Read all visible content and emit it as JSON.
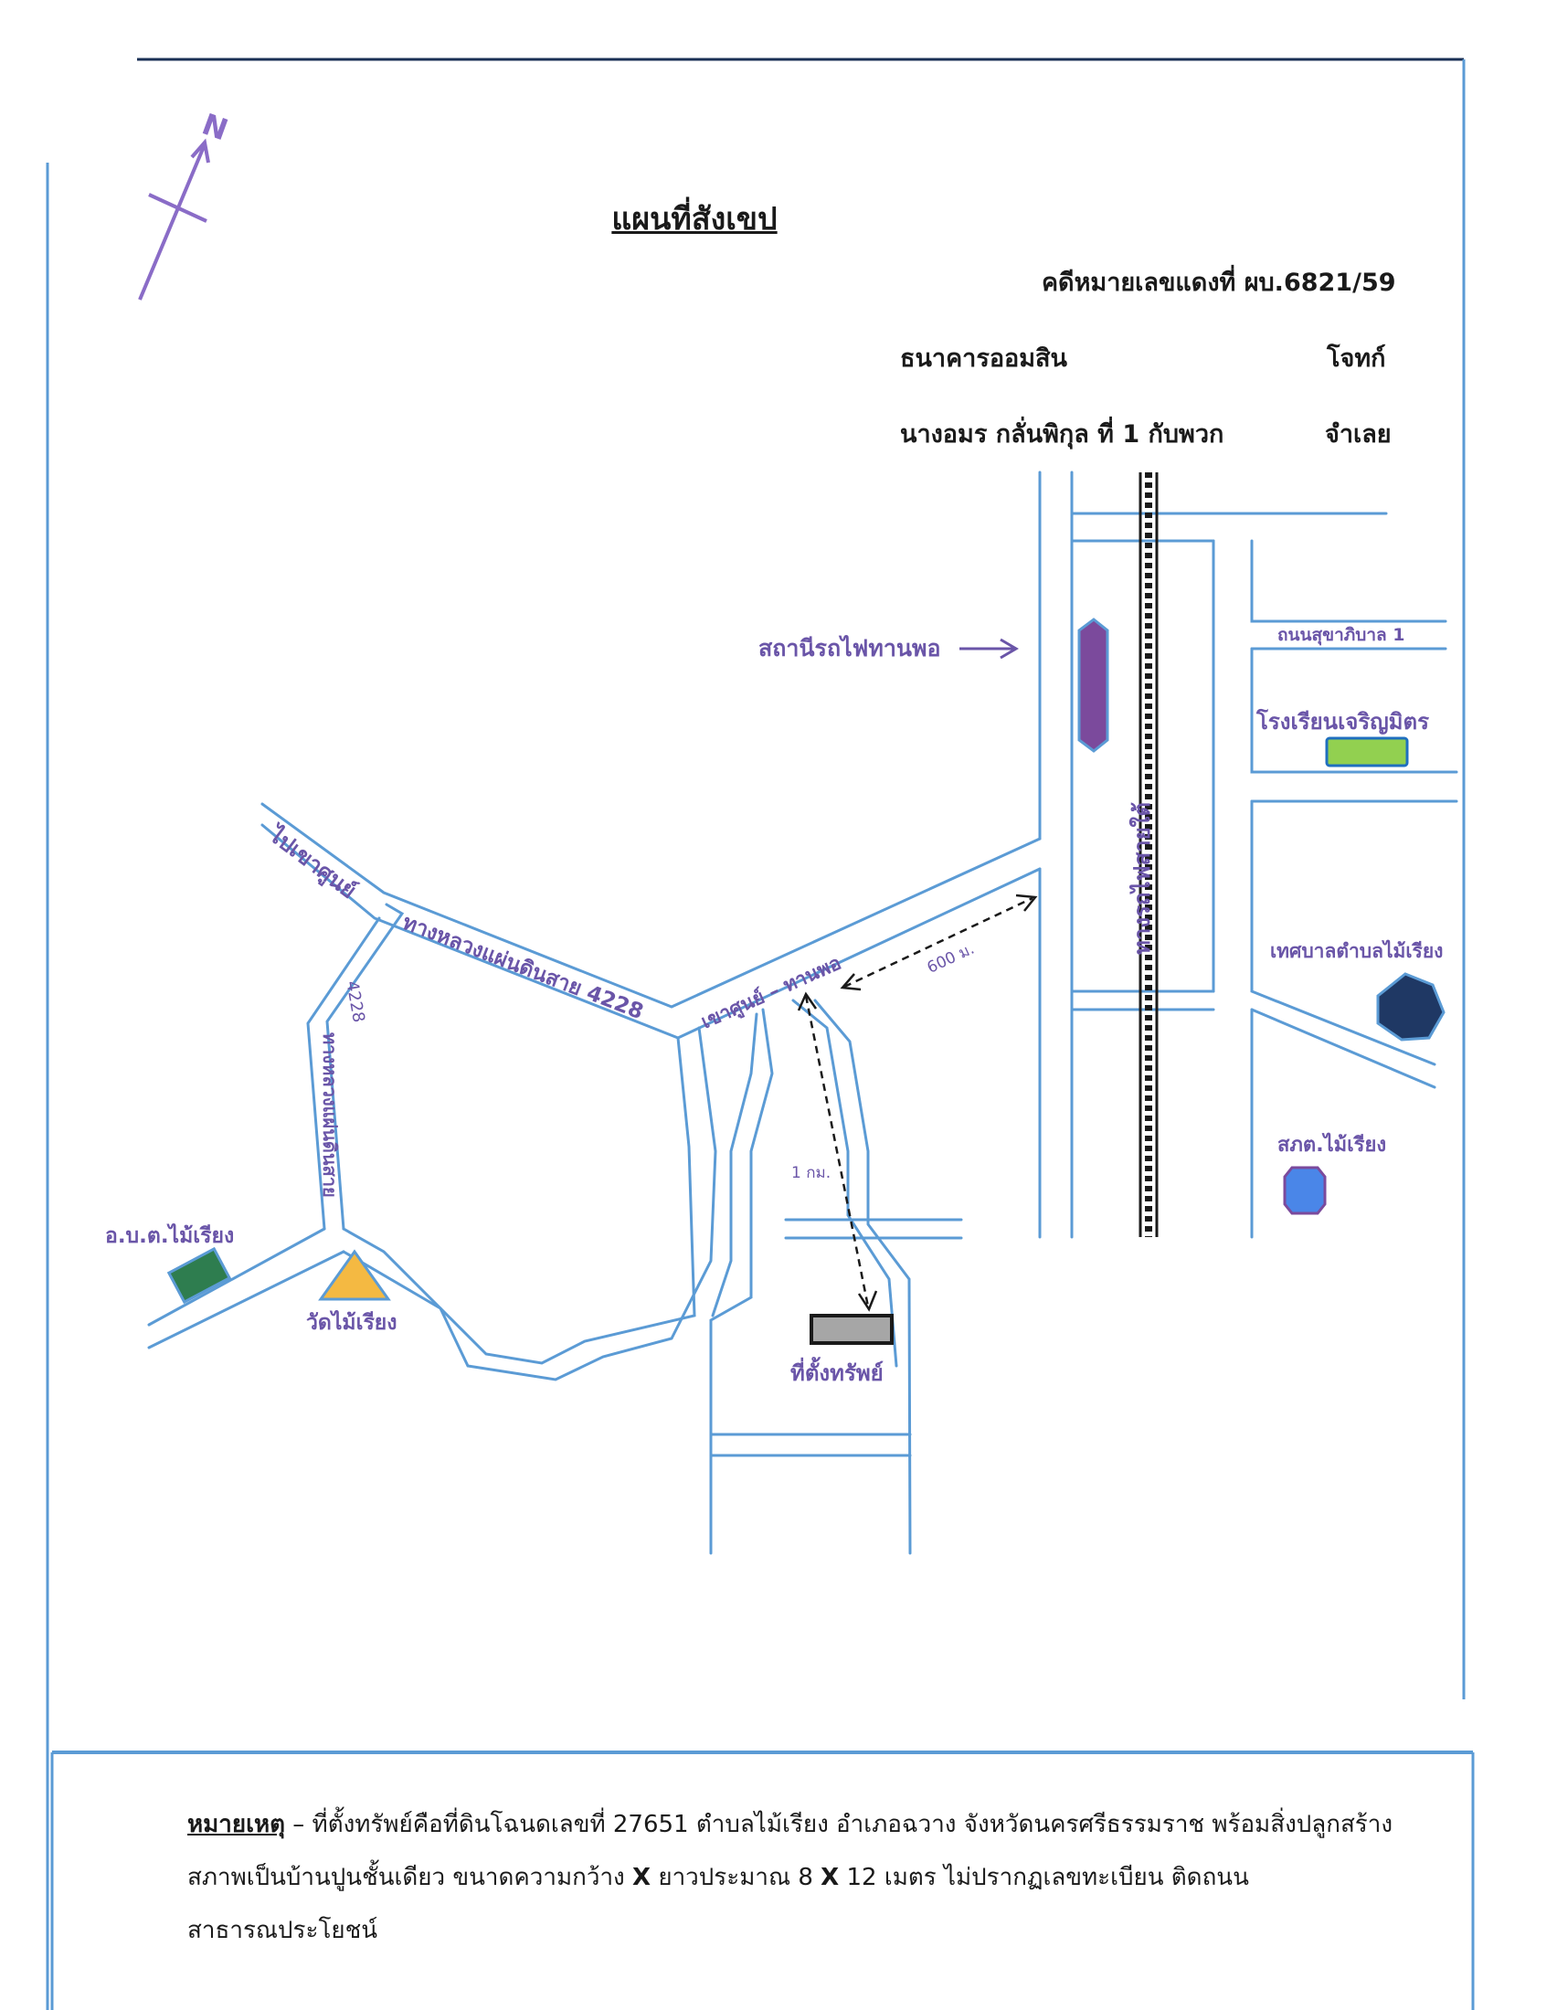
{
  "document": {
    "title": "แผนที่สังเขป",
    "case_number": "คดีหมายเลขแดงที่ ผบ.6821/59",
    "plaintiff_name": "ธนาคารออมสิน",
    "plaintiff_role": "โจทก์",
    "defendant_name": "นางอมร กลั่นพิกุล ที่ 1 กับพวก",
    "defendant_role": "จำเลย"
  },
  "compass": {
    "label": "N"
  },
  "map": {
    "labels": {
      "station": "สถานีรถไฟทานพอ",
      "road_sukhaphiban": "ถนนสุขาภิบาล 1",
      "school": "โรงเรียนเจริญมิตร",
      "railway": "ทางรถไฟสายใต้",
      "to_khaosoon": "ไปเขาศูนย์",
      "highway_4228": "ทางหลวงแผ่นดินสาย 4228",
      "khaosoon_thanpho": "เขาศูนย์ – ทานพอ",
      "distance_600": "600 ม.",
      "municipality": "เทศบาลตำบลไม้เรียง",
      "highway_vertical": "ทางหลวงแผ่นดินสาย",
      "highway_vertical_num": "4228",
      "police": "สภต.ไม้เรียง",
      "distance_1km": "1 กม.",
      "obt": "อ.บ.ต.ไม้เรียง",
      "temple": "วัดไม้เรียง",
      "property": "ที่ตั้งทรัพย์"
    },
    "colors": {
      "road": "#5b9bd5",
      "label": "#6a55a8",
      "station": "#7b4a9c",
      "school": "#92d050",
      "municipality": "#1f3864",
      "police": "#4a86e8",
      "obt": "#2e7d4f",
      "temple": "#f4b942",
      "property": "#a6a6a6"
    }
  },
  "note": {
    "heading": "หมายเหตุ",
    "line1": "– ที่ตั้งทรัพย์คือที่ดินโฉนดเลขที่ 27651 ตำบลไม้เรียง อำเภอฉวาง จังหวัดนครศรีธรรมราช พร้อมสิ่งปลูกสร้างสภาพเป็นบ้านปูนชั้นเดียว ขนาดความกว้าง",
    "x1": "X",
    "line2": "ยาวประมาณ 8",
    "x2": "X",
    "line3": "12 เมตร ไม่ปรากฏเลขทะเบียน ติดถนนสาธารณประโยชน์"
  }
}
